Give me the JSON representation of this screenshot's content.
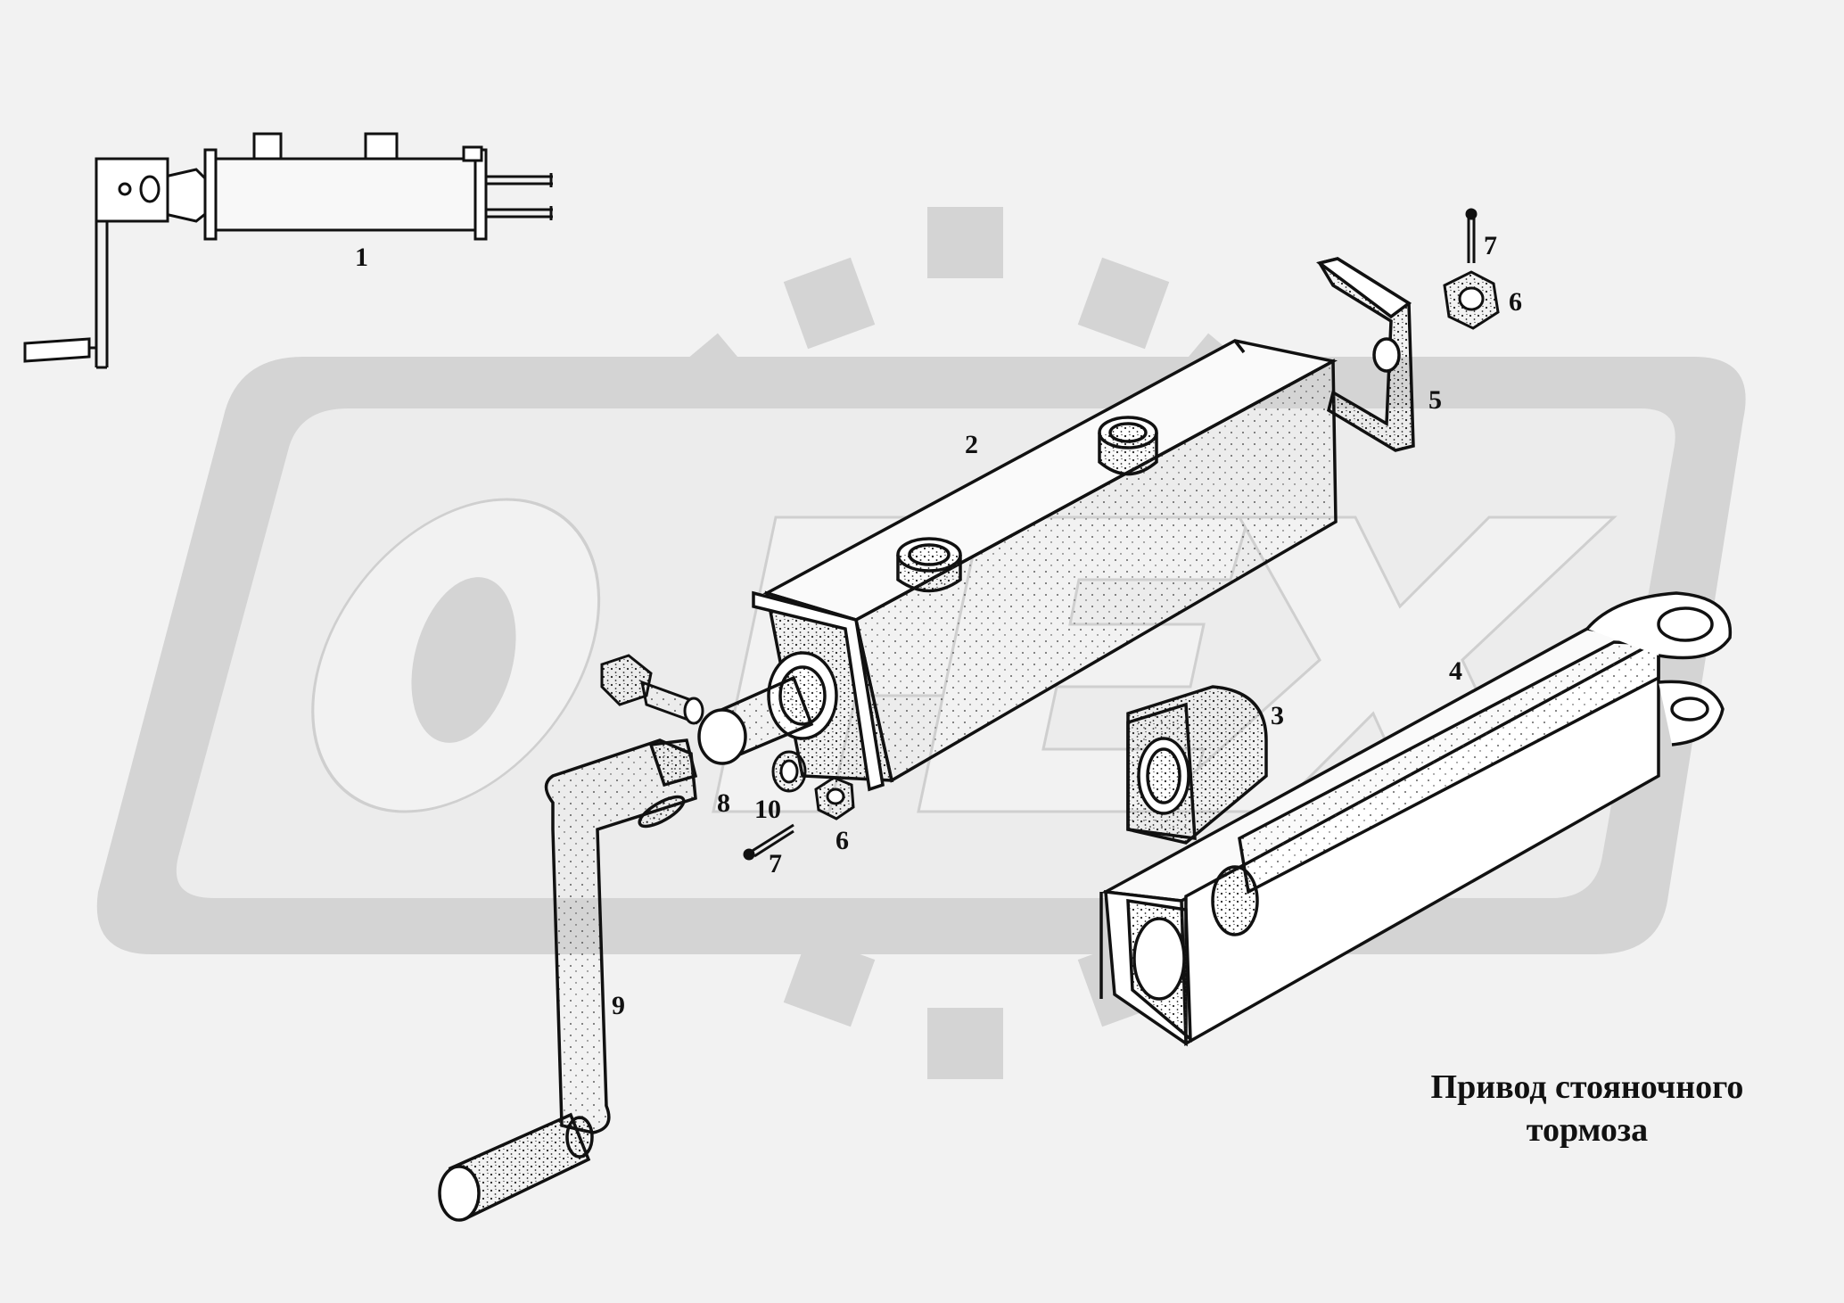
{
  "labels": {
    "p1": "1",
    "p2": "2",
    "p3": "3",
    "p4": "4",
    "p5": "5",
    "p6a": "6",
    "p7a": "7",
    "p6b": "6",
    "p7b": "7",
    "p8": "8",
    "p9": "9",
    "p10": "10"
  },
  "caption": {
    "line1": "Привод  стояночного",
    "line2": "тормоза"
  },
  "watermark": {
    "text": "OPEX",
    "color": "#d4d4d4"
  },
  "colors": {
    "ink": "#111111",
    "background": "#f2f2f2"
  }
}
